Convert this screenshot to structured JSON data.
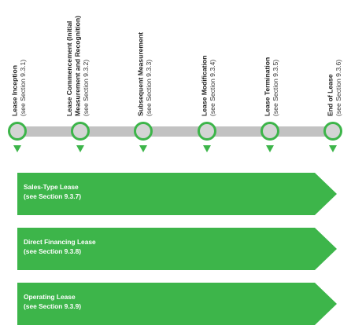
{
  "colors": {
    "green": "#3db54a",
    "track": "#c2c2c2",
    "node_fill": "#d4d4d4",
    "text": "#222222",
    "white": "#ffffff"
  },
  "timeline": {
    "stages": [
      {
        "title_lines": [
          "Lease Inception"
        ],
        "ref": "(see Section 9.3.1)"
      },
      {
        "title_lines": [
          "Lease Commencement (Initial",
          "Measurement and Recognition)"
        ],
        "ref": "(see Section 9.3.2)"
      },
      {
        "title_lines": [
          "Subsequent Measurement"
        ],
        "ref": "(see Section 9.3.3)"
      },
      {
        "title_lines": [
          "Lease Modification"
        ],
        "ref": "(see Section 9.3.4)"
      },
      {
        "title_lines": [
          "Lease Termination"
        ],
        "ref": "(see Section 9.3.5)"
      },
      {
        "title_lines": [
          "End of Lease"
        ],
        "ref": "(see Section 9.3.6)"
      }
    ]
  },
  "lease_types": [
    {
      "title": "Sales-Type Lease",
      "ref": "(see Section 9.3.7)"
    },
    {
      "title": "Direct Financing Lease",
      "ref": "(see Section 9.3.8)"
    },
    {
      "title": "Operating Lease",
      "ref": "(see Section 9.3.9)"
    }
  ]
}
